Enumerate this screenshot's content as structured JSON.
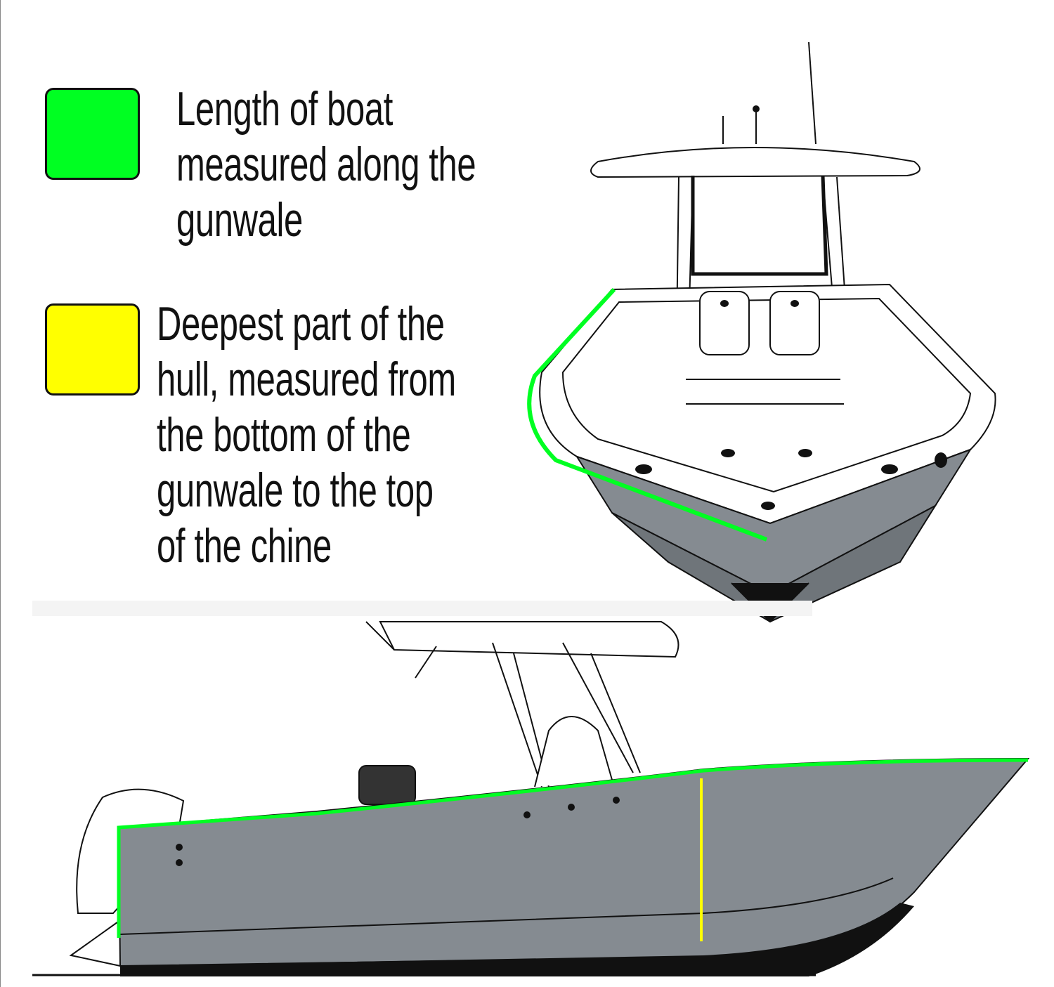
{
  "legend": [
    {
      "color": "#00ff22",
      "lines": [
        "Length of boat",
        "measured along the",
        "gunwale"
      ]
    },
    {
      "color": "#ffff00",
      "lines": [
        "Deepest part of the",
        "hull, measured from",
        "the bottom of the",
        "gunwale to the top",
        "of the chine"
      ]
    }
  ],
  "colors": {
    "hull": "#858b91",
    "outline": "#111111",
    "green": "#00ff22",
    "yellow": "#ffff00"
  }
}
